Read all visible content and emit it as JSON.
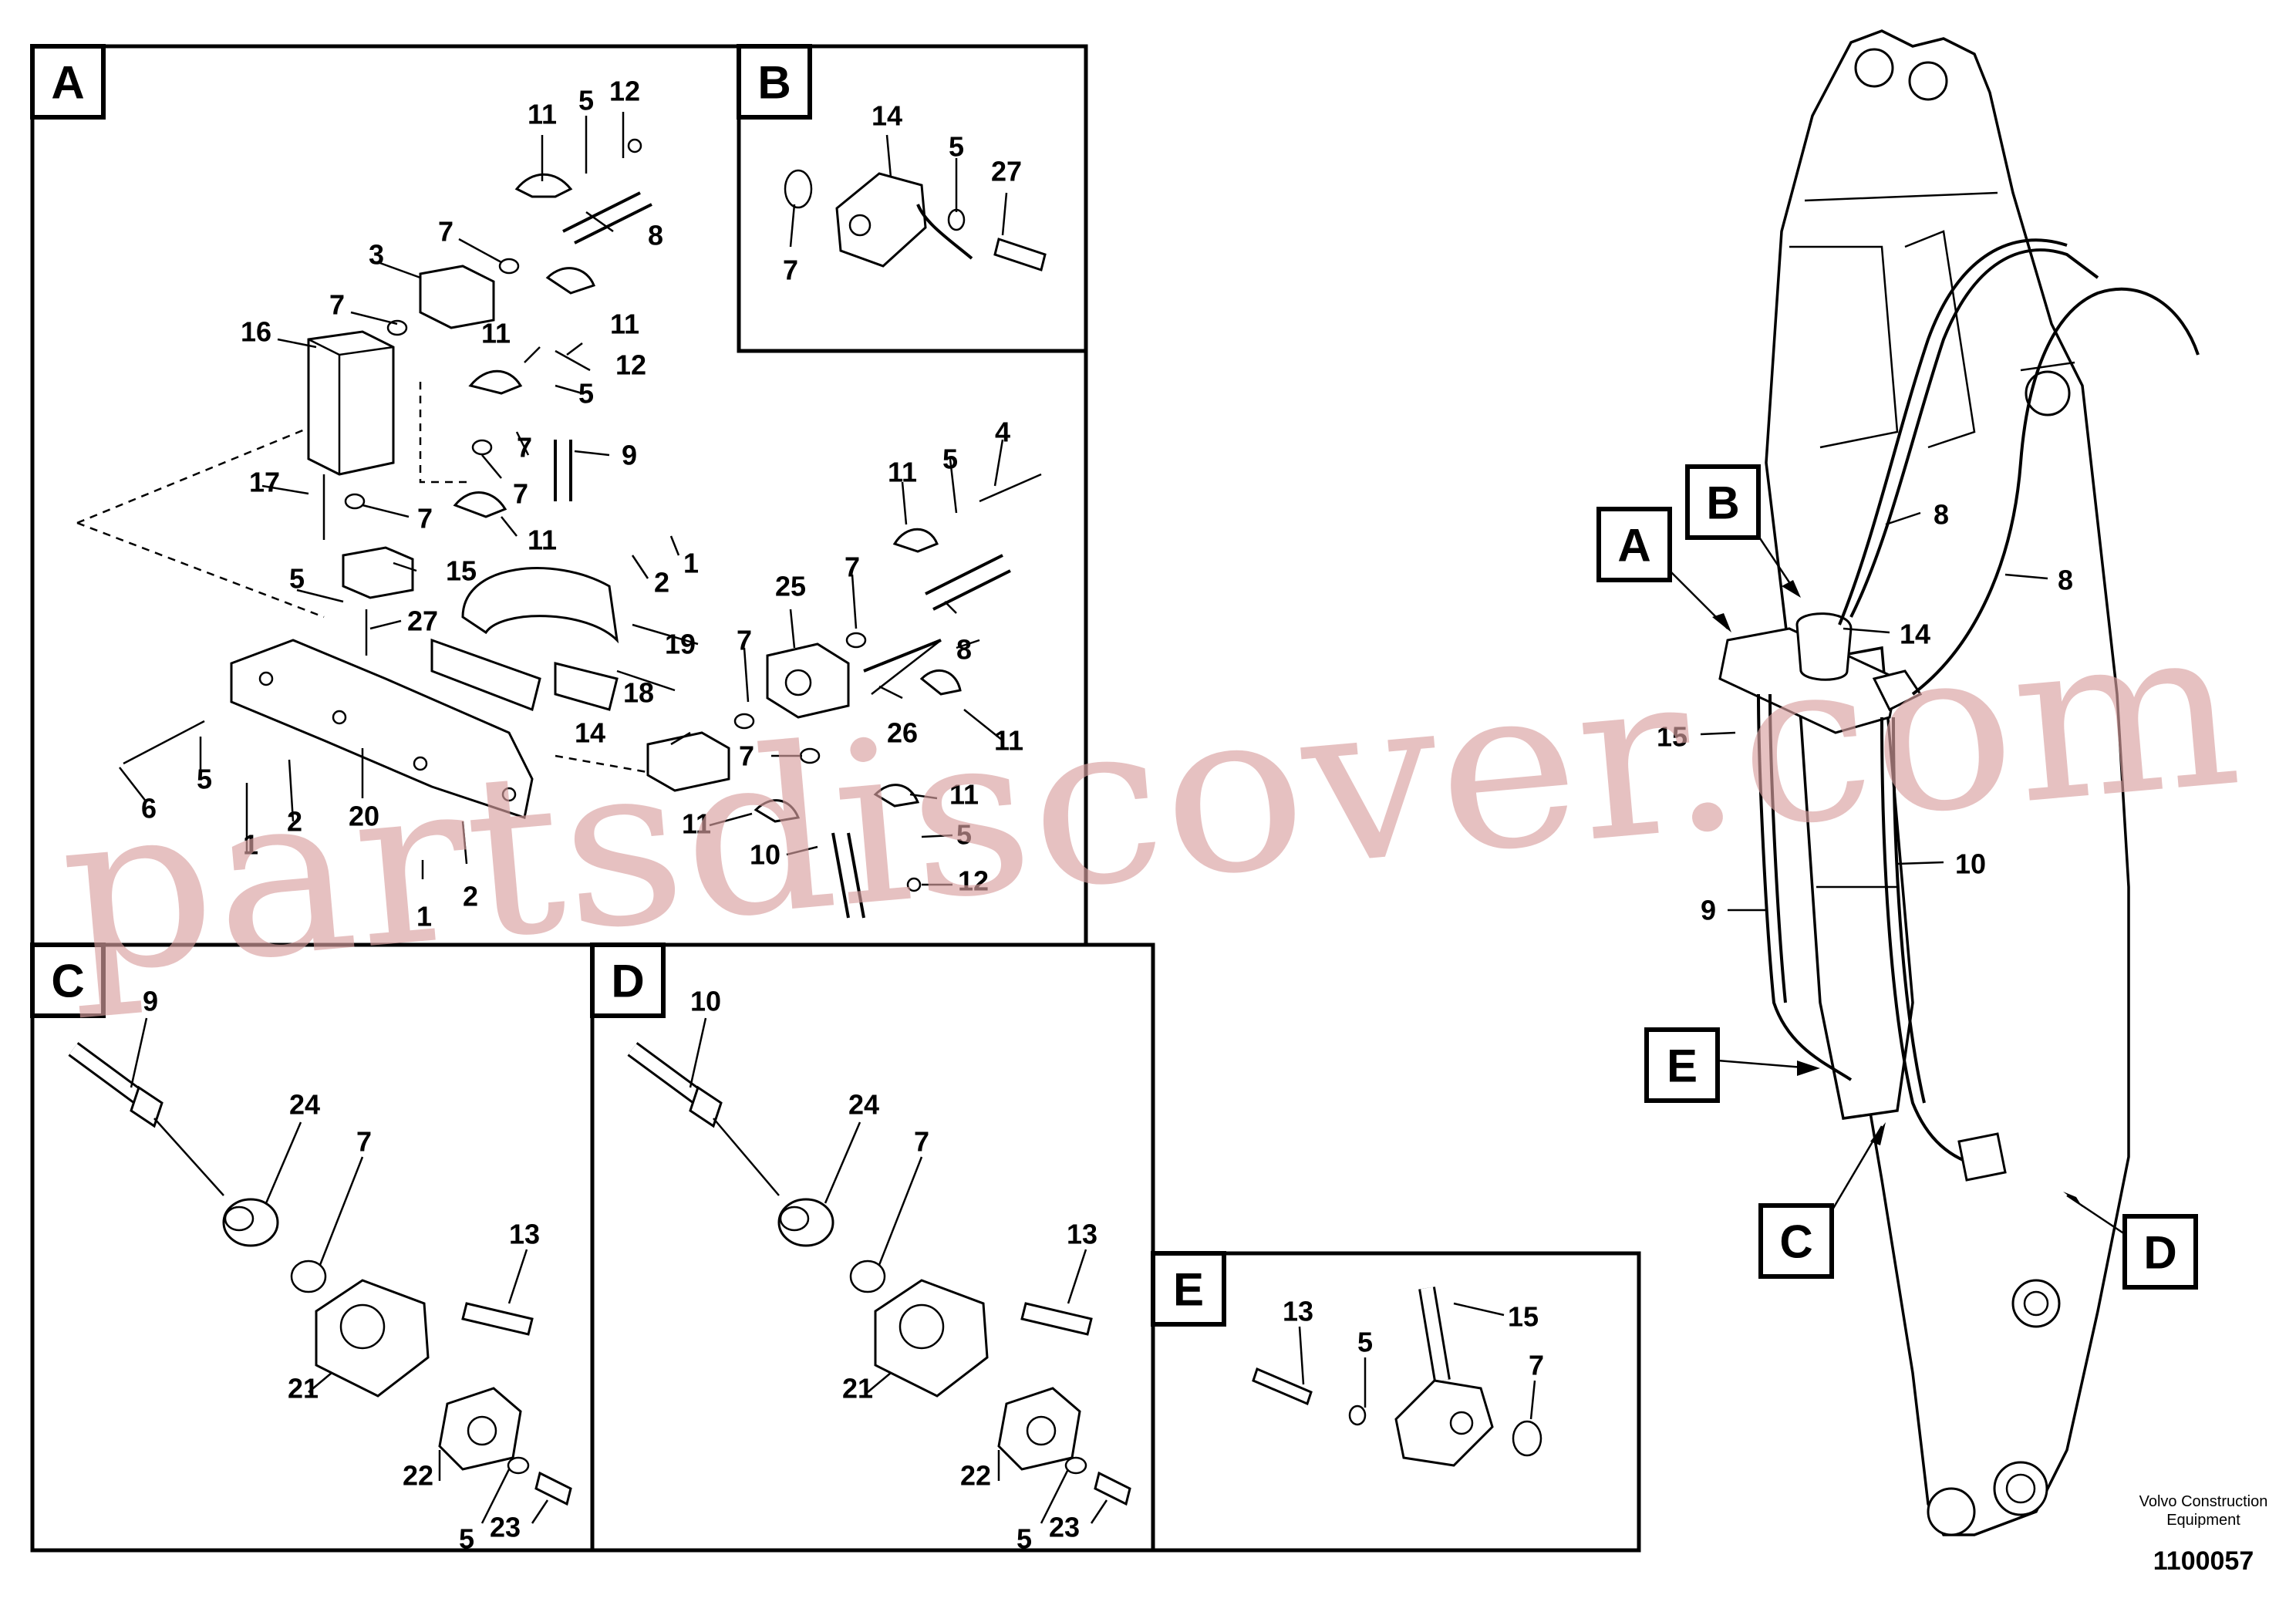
{
  "panels": {
    "A": {
      "label": "A",
      "callouts": [
        "11",
        "5",
        "12",
        "7",
        "8",
        "3",
        "7",
        "11",
        "16",
        "11",
        "12",
        "5",
        "7",
        "9",
        "7",
        "17",
        "7",
        "11",
        "15",
        "2",
        "1",
        "5",
        "27",
        "19",
        "18",
        "25",
        "7",
        "8",
        "7",
        "11",
        "5",
        "4",
        "7",
        "26",
        "11",
        "14",
        "7",
        "11",
        "5",
        "12",
        "10",
        "11",
        "6",
        "5",
        "2",
        "1",
        "20",
        "2",
        "1"
      ]
    },
    "B": {
      "label": "B",
      "callouts": [
        "14",
        "5",
        "27",
        "7"
      ]
    },
    "C": {
      "label": "C",
      "callouts": [
        "9",
        "24",
        "7",
        "13",
        "21",
        "22",
        "5",
        "23"
      ]
    },
    "D": {
      "label": "D",
      "callouts": [
        "10",
        "24",
        "7",
        "13",
        "21",
        "22",
        "5",
        "23"
      ]
    },
    "E": {
      "label": "E",
      "callouts": [
        "13",
        "5",
        "15",
        "7"
      ]
    }
  },
  "overview": {
    "tags": [
      "A",
      "B",
      "E",
      "C",
      "D"
    ],
    "callouts": [
      "8",
      "8",
      "14",
      "15",
      "10",
      "9"
    ]
  },
  "footer": {
    "manufacturer_line1": "Volvo Construction",
    "manufacturer_line2": "Equipment",
    "figure_number": "1100057"
  },
  "watermark": "partsdiscover.com"
}
